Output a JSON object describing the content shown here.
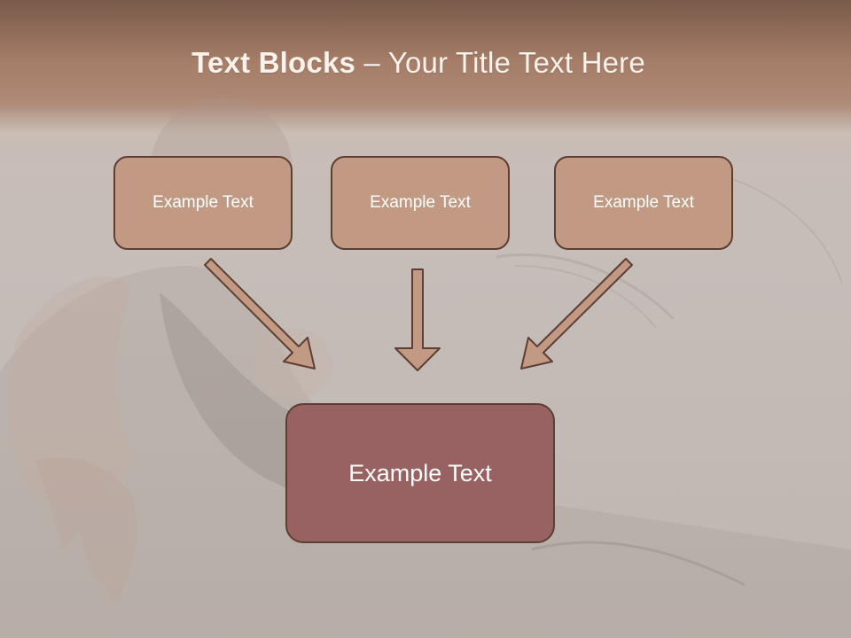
{
  "title": {
    "bold": "Text Blocks",
    "dash": " – ",
    "rest": "Your Title Text Here"
  },
  "blocks": [
    {
      "label": "Example Text"
    },
    {
      "label": "Example Text"
    },
    {
      "label": "Example Text"
    }
  ],
  "target": {
    "label": "Example Text"
  },
  "colors": {
    "header": "#a57d68",
    "block_fill": "#c29a84",
    "target_fill": "#996262",
    "border": "#5e3e32",
    "arrow_fill": "#c29a84"
  }
}
